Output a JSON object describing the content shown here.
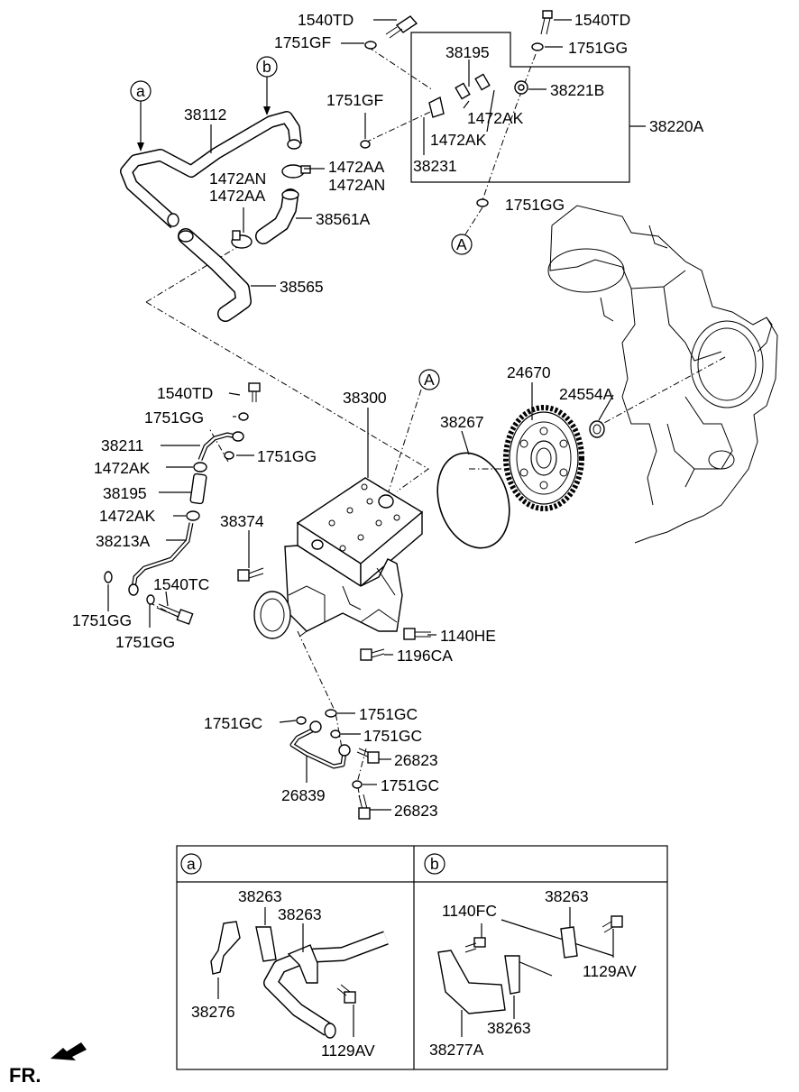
{
  "labels": {
    "l1540TD_top": "1540TD",
    "l1751GF_top": "1751GF",
    "l38195_top": "38195",
    "l1540TD_right": "1540TD",
    "l1751GG_top": "1751GG",
    "l38221B": "38221B",
    "l1751GF_mid": "1751GF",
    "l1472AK_a": "1472AK",
    "l1472AK_b": "1472AK",
    "l38220A": "38220A",
    "l38231": "38231",
    "l38112": "38112",
    "l1472AA_r": "1472AA",
    "l1472AN_r": "1472AN",
    "l1472AN_l": "1472AN",
    "l1472AA_l": "1472AA",
    "l1751GG_mid": "1751GG",
    "l38561A": "38561A",
    "l38565": "38565",
    "l24670": "24670",
    "l24554A": "24554A",
    "l1540TD_low": "1540TD",
    "l38300": "38300",
    "l1751GG_low1": "1751GG",
    "l38267": "38267",
    "l38211": "38211",
    "l1751GG_low2": "1751GG",
    "l1472AK_low1": "1472AK",
    "l38195_low": "38195",
    "l1472AK_low2": "1472AK",
    "l38374": "38374",
    "l38213A": "38213A",
    "l1540TC": "1540TC",
    "l1751GG_low3": "1751GG",
    "l1751GG_low4": "1751GG",
    "l1140HE": "1140HE",
    "l1196CA": "1196CA",
    "l1751GC_1": "1751GC",
    "l1751GC_2": "1751GC",
    "l1751GC_3": "1751GC",
    "l26823_1": "26823",
    "l26839": "26839",
    "l1751GC_4": "1751GC",
    "l26823_2": "26823",
    "a_38263_1": "38263",
    "a_38263_2": "38263",
    "a_38276": "38276",
    "a_1129AV": "1129AV",
    "b_1140FC": "1140FC",
    "b_38263_1": "38263",
    "b_1129AV": "1129AV",
    "b_38263_2": "38263",
    "b_38277A": "38277A",
    "fr": "FR."
  },
  "callouts": {
    "a_top": "a",
    "b_top": "b",
    "A_top": "A",
    "A_mid": "A",
    "a_box": "a",
    "b_box": "b"
  }
}
